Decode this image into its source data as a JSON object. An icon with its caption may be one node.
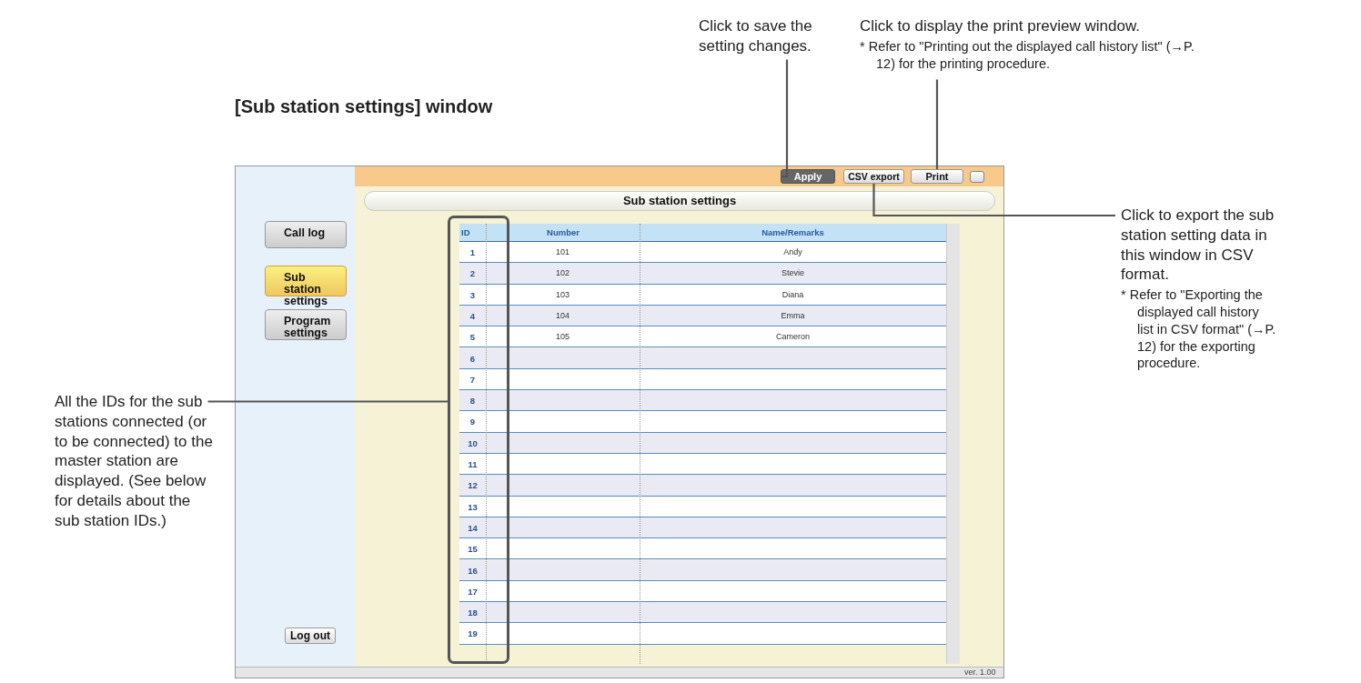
{
  "diagram": {
    "title": "[Sub station settings] window",
    "nodes": [
      {
        "text": [
          "Click to save the setting changes."
        ]
      },
      {
        "text": [
          "Click to display the print preview window.",
          "* Refer to \"Printing out the displayed call history list\" (→P. 12) for the printing procedure."
        ]
      },
      {
        "text": [
          "Apply"
        ]
      },
      {
        "text": [
          "CSV export"
        ]
      },
      {
        "text": [
          "Print"
        ]
      },
      {
        "text": [
          "Click to export the sub station setting data in this window in CSV format.",
          "* Refer to \"Exporting the displayed call history list in CSV format\" (→P. 12) for the exporting procedure."
        ]
      },
      {
        "text": [
          "Call log"
        ]
      },
      {
        "text": [
          "Sub station settings"
        ]
      },
      {
        "text": [
          "Program settings"
        ]
      },
      {
        "text": [
          "All the IDs for the sub stations connected (or to be connected) to the master station are displayed. (See below for details about the sub station IDs.)"
        ]
      },
      {
        "text": [],
        "shape": "box"
      },
      {
        "text": [
          "Log out"
        ]
      }
    ],
    "edges": [
      {
        "from": 0,
        "to": 2,
        "arrow": "none"
      },
      {
        "from": 1,
        "to": 4,
        "arrow": "none"
      },
      {
        "from": 5,
        "to": 3,
        "arrow": "none"
      },
      {
        "from": 9,
        "to": 10,
        "arrow": "none"
      }
    ],
    "labels": [
      "Sub station settings",
      "ID",
      "Number",
      "Name/Remarks",
      "1",
      "101",
      "Andy",
      "2",
      "102",
      "Stevie",
      "3",
      "103",
      "Diana",
      "4",
      "104",
      "Emma",
      "5",
      "105",
      "Cameron",
      "6",
      "7",
      "8",
      "9",
      "10",
      "11",
      "12",
      "13",
      "14",
      "15",
      "16",
      "17",
      "18",
      "19",
      "ver. 1.00"
    ]
  }
}
